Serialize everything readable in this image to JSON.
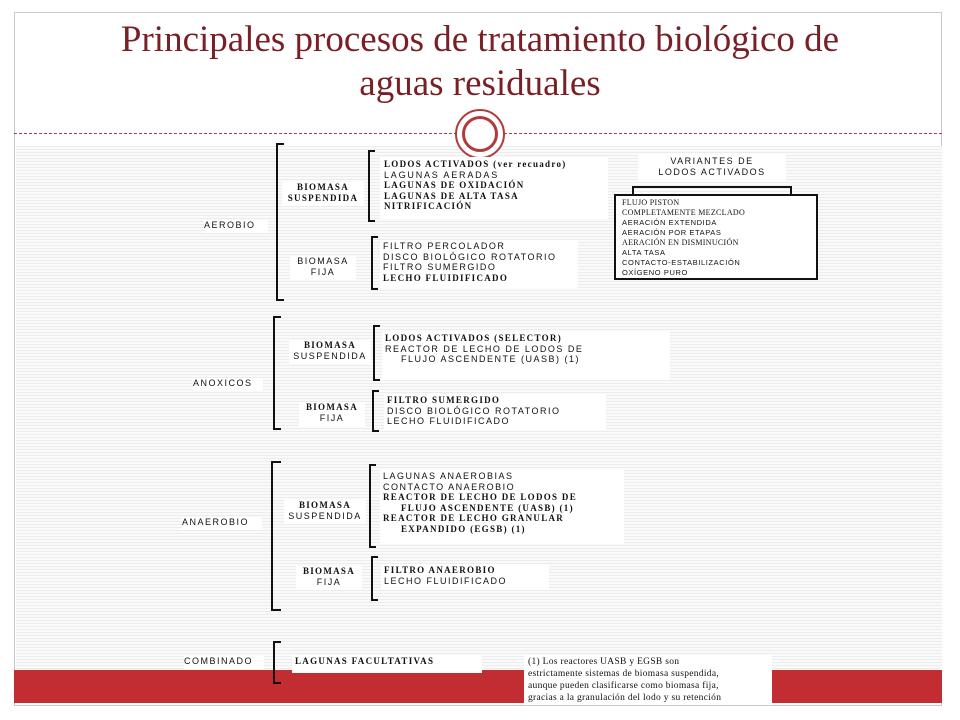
{
  "slide": {
    "title_line1": "Principales procesos de tratamiento biológico de",
    "title_line2": "aguas residuales"
  },
  "groups": {
    "aerobio": {
      "label": "AEROBIO",
      "suspendida": {
        "label1": "BIOMASA",
        "label2": "SUSPENDIDA",
        "items": [
          "LODOS ACTIVADOS (ver recuadro)",
          "LAGUNAS AERADAS",
          "LAGUNAS DE OXIDACIÓN",
          "LAGUNAS DE ALTA TASA",
          "NITRIFICACIÓN"
        ]
      },
      "fija": {
        "label1": "BIOMASA",
        "label2": "FIJA",
        "items": [
          "FILTRO PERCOLADOR",
          "DISCO BIOLÓGICO ROTATORIO",
          "FILTRO SUMERGIDO",
          "LECHO FLUIDIFICADO"
        ]
      }
    },
    "anoxicos": {
      "label": "ANOXICOS",
      "suspendida": {
        "label1": "BIOMASA",
        "label2": "SUSPENDIDA",
        "items": [
          "LODOS ACTIVADOS (SELECTOR)",
          "REACTOR DE LECHO DE LODOS DE",
          "FLUJO ASCENDENTE (UASB) (1)"
        ]
      },
      "fija": {
        "label1": "BIOMASA",
        "label2": "FIJA",
        "items": [
          "FILTRO SUMERGIDO",
          "DISCO BIOLÓGICO ROTATORIO",
          "LECHO FLUIDIFICADO"
        ]
      }
    },
    "anaerobio": {
      "label": "ANAEROBIO",
      "suspendida": {
        "label1": "BIOMASA",
        "label2": "SUSPENDIDA",
        "items": [
          "LAGUNAS ANAEROBIAS",
          "CONTACTO ANAEROBIO",
          "REACTOR DE LECHO DE LODOS DE",
          "FLUJO ASCENDENTE (UASB) (1)",
          "REACTOR DE LECHO GRANULAR",
          "EXPANDIDO (EGSB) (1)"
        ]
      },
      "fija": {
        "label1": "BIOMASA",
        "label2": "FIJA",
        "items": [
          "FILTRO ANAEROBIO",
          "LECHO FLUIDIFICADO"
        ]
      }
    },
    "combinado": {
      "label": "COMBINADO",
      "items": [
        "LAGUNAS FACULTATIVAS"
      ]
    }
  },
  "variantes": {
    "title1": "VARIANTES DE",
    "title2": "LODOS ACTIVADOS",
    "items": [
      "FLUJO PISTON",
      "COMPLETAMENTE MEZCLADO",
      "AERACIÓN EXTENDIDA",
      "AERACIÓN POR ETAPAS",
      "AERACIÓN EN DISMINUCIÓN",
      "ALTA TASA",
      "CONTACTO-ESTABILIZACIÓN",
      "OXÍGENO PURO"
    ]
  },
  "footnote": {
    "lines": [
      "(1) Los reactores UASB y EGSB son",
      "estrictamente sistemas de biomasa suspendida,",
      "aunque pueden clasificarse como biomasa fija,",
      "gracias a la granulación del lodo y su retención"
    ]
  },
  "colors": {
    "title": "#7a1f26",
    "accent": "#c22d31"
  }
}
